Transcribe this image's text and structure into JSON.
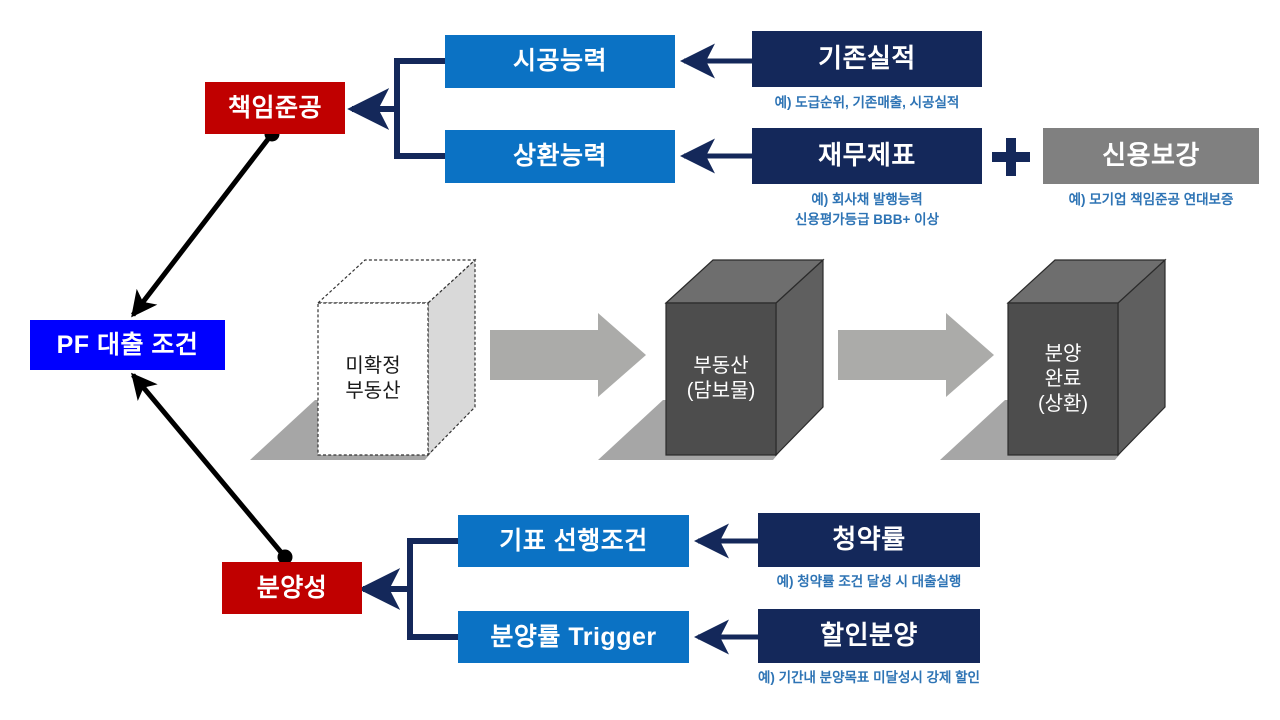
{
  "diagram": {
    "title": "PF 대출 조건",
    "colors": {
      "red": "#C00000",
      "blue": "#0000FF",
      "light_blue": "#0B72C4",
      "navy": "#14285A",
      "gray": "#808080",
      "caption_blue": "#2E74B5",
      "arrow_gray": "#ABABA9",
      "cube_dark": "#4D4D4D",
      "cube_light": "#FFFFFF",
      "shadow_gray": "#A6A6A6"
    },
    "center": {
      "label": "PF 대출 조건"
    },
    "branches": [
      {
        "label": "책임준공"
      },
      {
        "label": "분양성"
      }
    ],
    "criteria": [
      {
        "label": "시공능력"
      },
      {
        "label": "상환능력"
      },
      {
        "label": "기표 선행조건"
      },
      {
        "label": "분양률 Trigger"
      }
    ],
    "evidence": [
      {
        "label": "기존실적",
        "caption": "예) 도급순위, 기존매출, 시공실적"
      },
      {
        "label": "재무제표",
        "caption": "예) 회사채 발행능력\n신용평가등급 BBB+ 이상"
      },
      {
        "label": "청약률",
        "caption": "예) 청약률 조건 달성 시 대출실행"
      },
      {
        "label": "할인분양",
        "caption": "예) 기간내 분양목표 미달성시 강제 할인"
      }
    ],
    "addon": {
      "operator": "+",
      "label": "신용보강",
      "caption": "예) 모기업 책임준공 연대보증"
    },
    "process": {
      "steps": [
        {
          "label": "미확정\n부동산",
          "style": "outline"
        },
        {
          "label": "부동산\n(담보물)",
          "style": "solid"
        },
        {
          "label": "분양\n완료\n(상환)",
          "style": "solid"
        }
      ],
      "arrow_count": 2
    }
  }
}
